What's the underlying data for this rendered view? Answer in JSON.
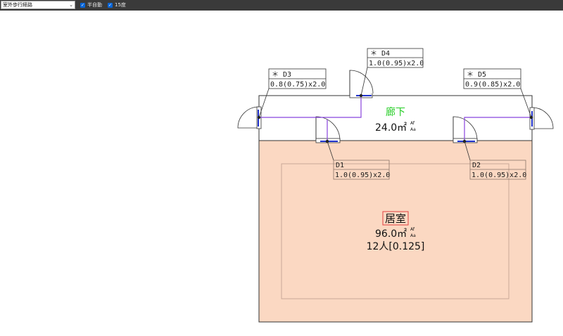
{
  "toolbar": {
    "route_select": "室外歩行経路",
    "checkbox_half_auto": {
      "label": "半自動",
      "checked": true
    },
    "checkbox_15deg": {
      "label": "15度",
      "checked": true
    }
  },
  "rooms": {
    "corridor": {
      "name": "廊下",
      "area": "24.0㎡",
      "sup": "Af",
      "sub": "Aa",
      "name_color": "#22cc22"
    },
    "living": {
      "name": "居室",
      "area": "96.0㎡",
      "sup": "Af",
      "sub": "Aa",
      "occupancy": "12人[0.125]",
      "fill": "#fbd8c2"
    }
  },
  "doors": {
    "d1": {
      "id": "D1",
      "spec": "1.0(0.95)x2.0"
    },
    "d2": {
      "id": "D2",
      "spec": "1.0(0.95)x2.0"
    },
    "d3": {
      "id": "＊ D3",
      "spec": "0.8(0.75)x2.0"
    },
    "d4": {
      "id": "＊ D4",
      "spec": "1.0(0.95)x2.0"
    },
    "d5": {
      "id": "＊ D5",
      "spec": "0.9(0.85)x2.0"
    }
  },
  "colors": {
    "route": "#8844dd",
    "toolbar": "#3a3a3a"
  }
}
